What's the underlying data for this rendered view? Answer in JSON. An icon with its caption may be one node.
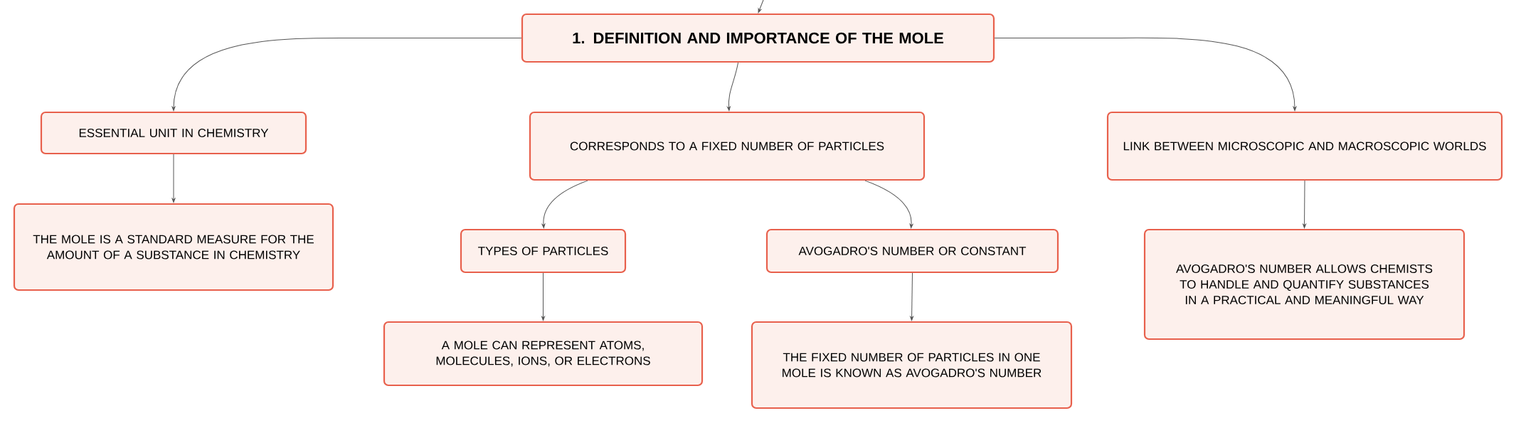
{
  "diagram": {
    "nodes": [
      {
        "text": [
          "1. DEFINITION AND IMPORTANCE OF THE MOLE"
        ]
      },
      {
        "text": [
          "ESSENTIAL UNIT IN CHEMISTRY"
        ]
      },
      {
        "text": [
          "THE MOLE IS A STANDARD MEASURE FOR THE AMOUNT OF A SUBSTANCE IN CHEMISTRY"
        ]
      },
      {
        "text": [
          "CORRESPONDS TO A FIXED NUMBER OF PARTICLES"
        ]
      },
      {
        "text": [
          "TYPES OF PARTICLES"
        ]
      },
      {
        "text": [
          "A MOLE CAN REPRESENT ATOMS, MOLECULES, IONS, OR ELECTRONS"
        ]
      },
      {
        "text": [
          "AVOGADRO'S NUMBER OR CONSTANT"
        ]
      },
      {
        "text": [
          "THE FIXED NUMBER OF PARTICLES IN ONE MOLE IS KNOWN AS AVOGADRO'S NUMBER"
        ]
      },
      {
        "text": [
          "LINK BETWEEN MICROSCOPIC AND MACROSCOPIC WORLDS"
        ]
      },
      {
        "text": [
          "AVOGADRO'S NUMBER ALLOWS CHEMISTS TO HANDLE AND QUANTIFY SUBSTANCES IN A PRACTICAL AND MEANINGFUL WAY"
        ]
      }
    ],
    "edges": [
      {
        "from": null,
        "to": 0,
        "arrow": "to"
      },
      {
        "from": 0,
        "to": 1,
        "arrow": "to"
      },
      {
        "from": 1,
        "to": 2,
        "arrow": "to"
      },
      {
        "from": 0,
        "to": 3,
        "arrow": "to"
      },
      {
        "from": 3,
        "to": 4,
        "arrow": "to"
      },
      {
        "from": 4,
        "to": 5,
        "arrow": "to"
      },
      {
        "from": 3,
        "to": 6,
        "arrow": "to"
      },
      {
        "from": 6,
        "to": 7,
        "arrow": "to"
      },
      {
        "from": 0,
        "to": 8,
        "arrow": "to"
      },
      {
        "from": 8,
        "to": 9,
        "arrow": "to"
      }
    ]
  }
}
